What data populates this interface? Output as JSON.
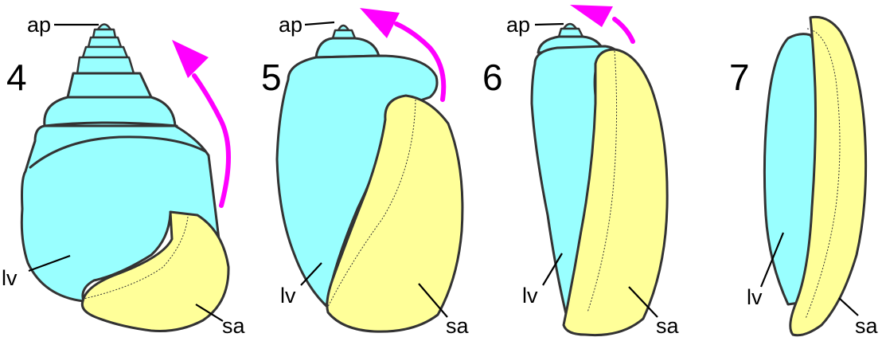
{
  "colors": {
    "shell": "#99ffff",
    "aperture": "#ffff99",
    "outline": "#333333",
    "arrow": "#ff00ff"
  },
  "panels": [
    {
      "number": "4",
      "labels": {
        "apex": "ap",
        "last_whorl": "lv",
        "aperture": "sa"
      }
    },
    {
      "number": "5",
      "labels": {
        "apex": "ap",
        "last_whorl": "lv",
        "aperture": "sa"
      }
    },
    {
      "number": "6",
      "labels": {
        "apex": "ap",
        "last_whorl": "lv",
        "aperture": "sa"
      }
    },
    {
      "number": "7",
      "labels": {
        "last_whorl": "lv",
        "aperture": "sa"
      }
    }
  ]
}
